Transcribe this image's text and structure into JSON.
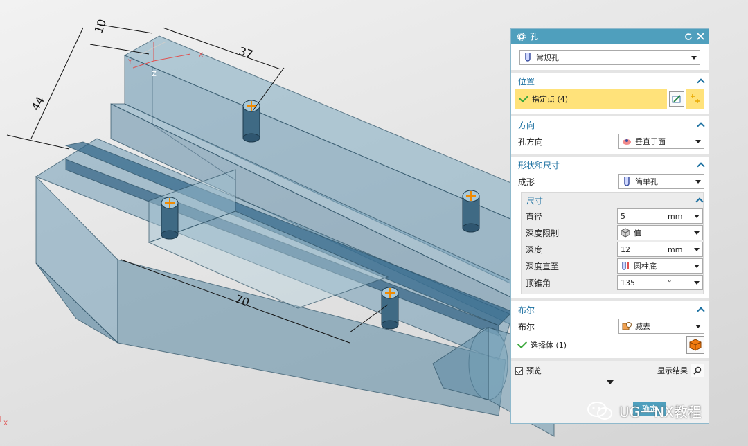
{
  "viewport": {
    "dims": {
      "d10": "10",
      "d37": "37",
      "d44": "44",
      "d70": "70"
    },
    "axes": {
      "z": "Z",
      "x": "X",
      "y": "Y",
      "corner_x": "X"
    }
  },
  "dialog": {
    "title": "孔",
    "type_select": "常规孔",
    "position": {
      "title": "位置",
      "point_label": "指定点 (4)"
    },
    "direction": {
      "title": "方向",
      "label": "孔方向",
      "value": "垂直于面"
    },
    "shape": {
      "title": "形状和尺寸",
      "form_label": "成形",
      "form_value": "简单孔",
      "dims": {
        "title": "尺寸",
        "diameter_label": "直径",
        "diameter_value": "5",
        "diameter_unit": "mm",
        "depth_limit_label": "深度限制",
        "depth_limit_value": "值",
        "depth_label": "深度",
        "depth_value": "12",
        "depth_unit": "mm",
        "depth_to_label": "深度直至",
        "depth_to_value": "圆柱底",
        "tip_label": "顶锥角",
        "tip_value": "135",
        "tip_unit": "°"
      }
    },
    "boolean": {
      "title": "布尔",
      "label": "布尔",
      "value": "减去",
      "body_label": "选择体 (1)"
    },
    "footer": {
      "preview_label": "预览",
      "show_result_label": "显示结果"
    },
    "ok_label": "确定"
  },
  "watermark": {
    "text": "UG一NX教程"
  },
  "colors": {
    "title_bar": "#4f9fbd",
    "accent": "#1a6fa0",
    "highlight": "#ffe27a",
    "part": "#5b8faa"
  }
}
